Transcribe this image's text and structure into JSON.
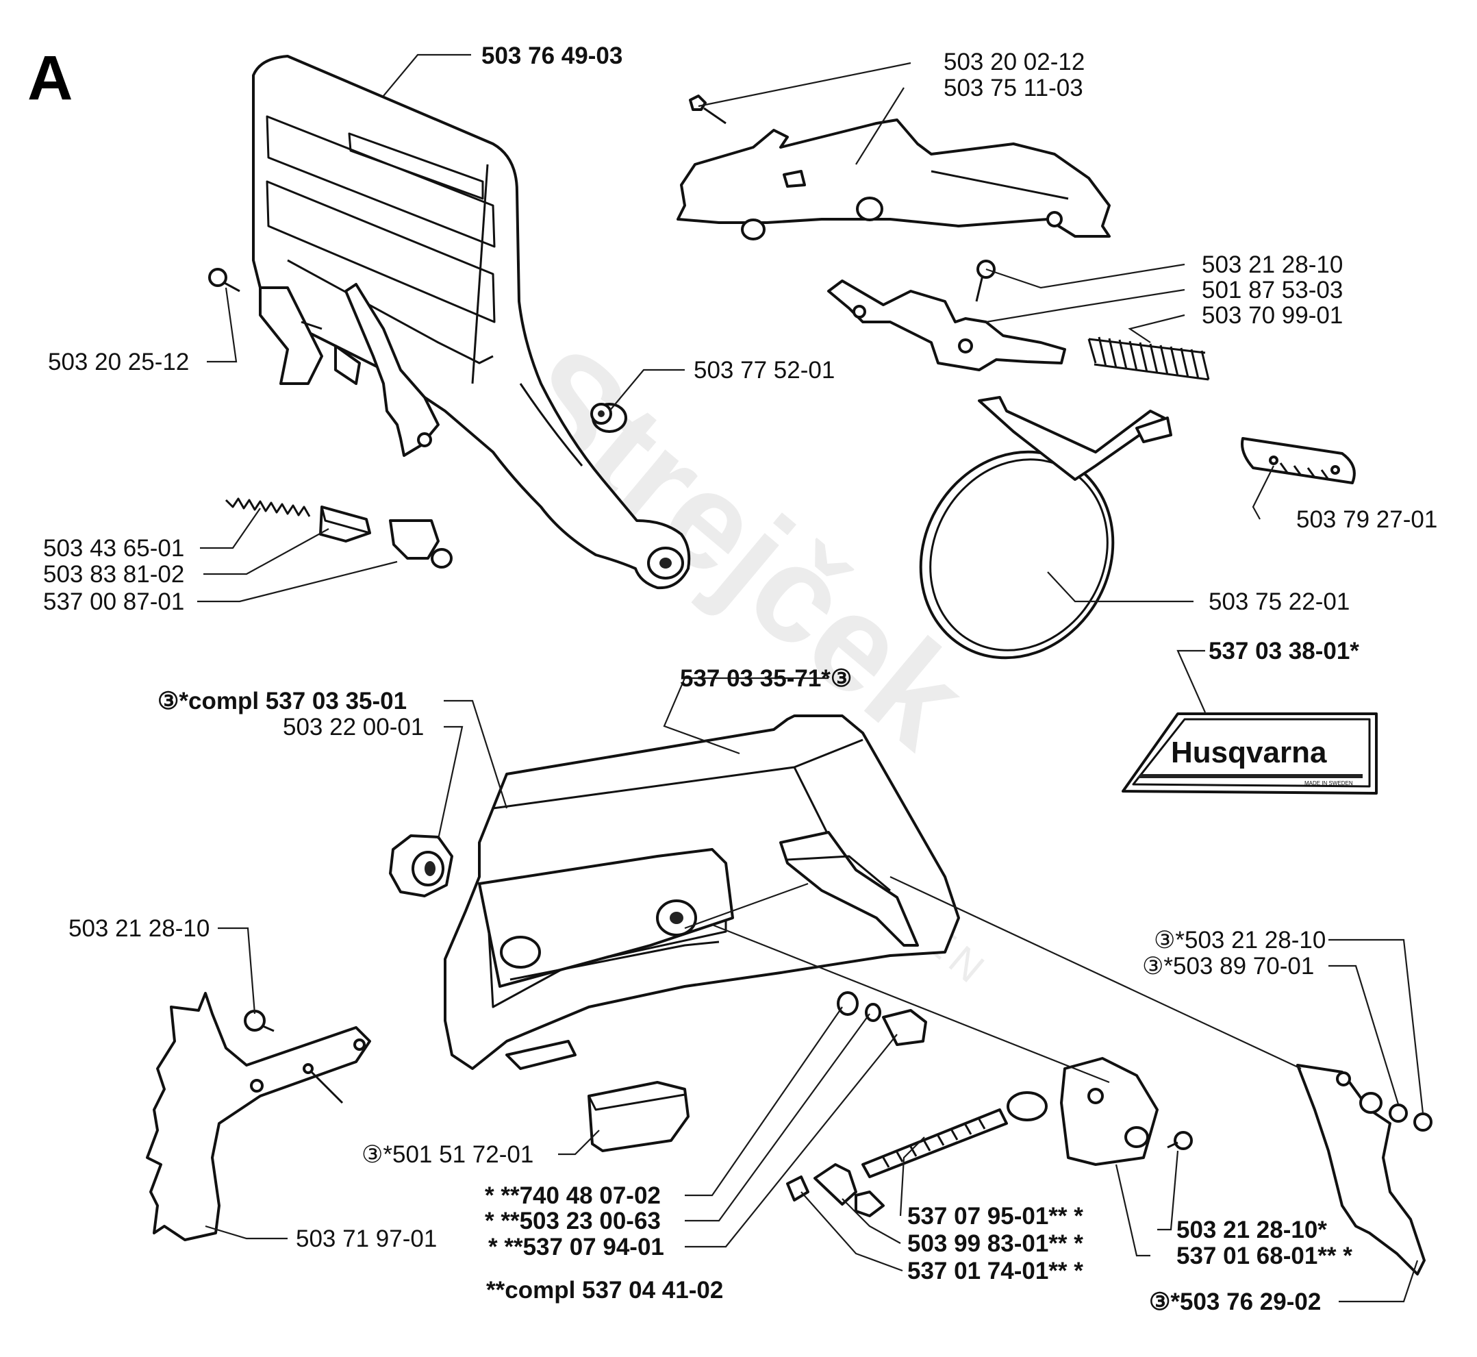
{
  "diagram": {
    "section": "A"
  },
  "watermark": {
    "brand": "Strejček",
    "tagline": "GARDEN"
  },
  "decal": {
    "brand": "Husqvarna",
    "small_text": "MADE IN SWEDEN"
  },
  "labels": {
    "l01": "503 76 49-03",
    "l02": "503 20 02-12",
    "l03": "503 75 11-03",
    "l04": "503 21 28-10",
    "l05": "501 87 53-03",
    "l06": "503 70 99-01",
    "l07": "503 79 27-01",
    "l08": "503 75 22-01",
    "l09": "537 03 38-01*",
    "l10": "503 77 52-01",
    "l11": "503 20 25-12",
    "l12": "503 43 65-01",
    "l13": "503 83 81-02",
    "l14": "537 00 87-01",
    "l15": "537 03 35-71*③",
    "l16": "③*compl 537 03 35-01",
    "l17": "503 22 00-01",
    "l18": "503 21 28-10",
    "l19": "③*503 21 28-10",
    "l20": "③*503 89 70-01",
    "l21": "③*501 51 72-01",
    "l22": "503 71 97-01",
    "l23": "* **740 48 07-02",
    "l24": "* **503 23 00-63",
    "l25": "* **537 07 94-01",
    "l26": "537 07 95-01** *",
    "l27": "503 99 83-01** *",
    "l28": "537 01 74-01** *",
    "l29": "503 21 28-10*",
    "l30": "537 01 68-01** *",
    "l31": "③*503 76 29-02",
    "l32": "**compl 537 04 41-02"
  }
}
